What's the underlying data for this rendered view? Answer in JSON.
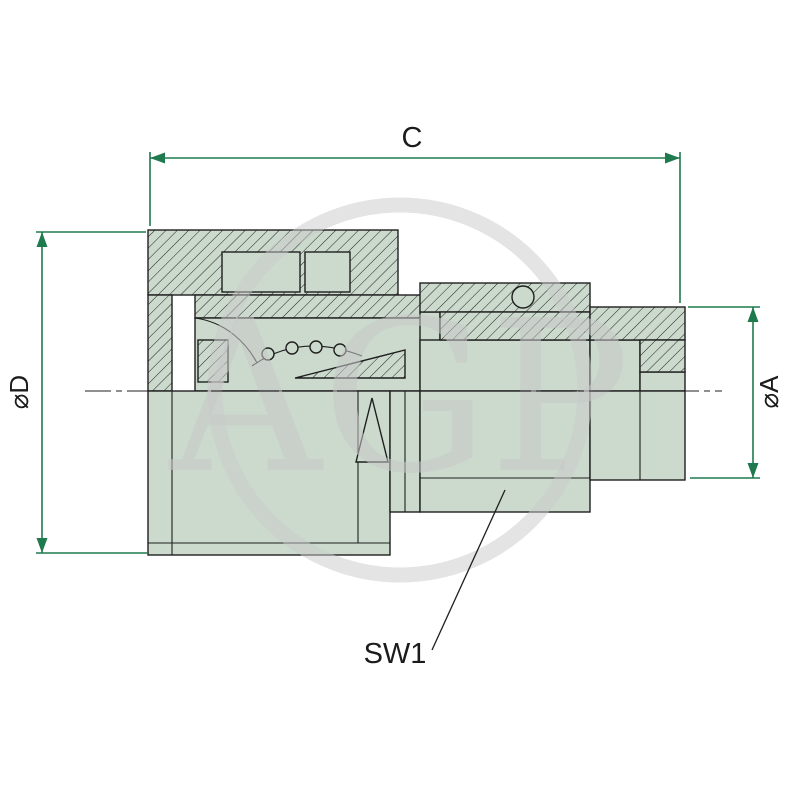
{
  "diagram": {
    "watermark_text": "AGP",
    "dimensions": {
      "c_label": "C",
      "d_label": "⌀D",
      "a_label": "⌀A"
    },
    "callouts": {
      "sw1_label": "SW1"
    },
    "colors": {
      "dimension": "#1f7a4e",
      "body_fill": "#cbdacd",
      "outline": "#1f1f1f",
      "watermark": "#c9c9c9",
      "label": "#1b1b1b",
      "background": "#ffffff"
    }
  }
}
